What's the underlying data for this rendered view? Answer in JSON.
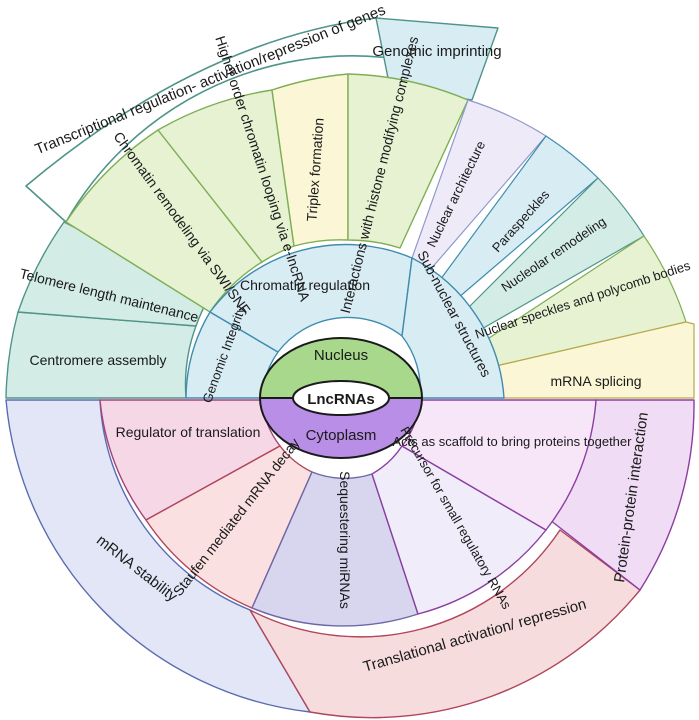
{
  "center": {
    "label": "LncRNAs",
    "top_label": "Nucleus",
    "bottom_label": "Cytoplasm",
    "top_color": "#a8d88c",
    "bottom_color": "#b98ee6"
  },
  "inner_ring": {
    "genomic_integrity": "Genomic Integrity",
    "chromatin_regulation": "Chromatin regulation",
    "subnuclear_structures": "Sub-nuclear structures"
  },
  "nucleus_segments": {
    "centromere": "Centromere assembly",
    "telomere": "Telomere length maintenance",
    "chromatin_remodeling": "Chromatin remodeling via SWI/SNF",
    "higher_order": "Higher order chromatin looping via e-lncRNA",
    "triplex": "Triplex formation",
    "histone": "Interactions with histone modifying complexes",
    "transcriptional": "Transcriptional regulation- activation/repression of genes",
    "imprinting": "Genomic imprinting",
    "nuclear_architecture": "Nuclear architecture",
    "paraspeckles": "Paraspeckles",
    "nucleolar": "Nucleolar remodeling",
    "speckles": "Nuclear speckles and polycomb bodies",
    "mrna_splicing": "mRNA splicing"
  },
  "cytoplasm_segments": {
    "regulator_translation": "Regulator of translation",
    "staufen": "Staufen mediated mRNA decay",
    "sequestering": "Sequestering miRNAs",
    "precursor": "Precursor for small regulatory RNAs",
    "scaffold": "Acts as scaffold to bring proteins together",
    "protein_interaction": "Protein-protein interaction",
    "mrna_stability": "mRNA stability",
    "translational": "Translational activation/ repression"
  },
  "colors": {
    "green_light": "#e6f2d2",
    "green_border": "#7fae55",
    "teal_light": "#d3ece6",
    "teal_border": "#4f9489",
    "blue_light": "#d8ecf4",
    "blue_border": "#3f8cae",
    "lavender_light": "#eeeaf8",
    "yellow_light": "#fbf6d6",
    "pink_light": "#f5d7e6",
    "pink_border": "#a0457a",
    "purple_light": "#f0dcf4",
    "purple_border": "#8b3ea0",
    "peach_light": "#f6dcdc",
    "rose_border": "#b0455c",
    "periwinkle_light": "#e2e6f6",
    "periwinkle_border": "#5a6cb0"
  }
}
